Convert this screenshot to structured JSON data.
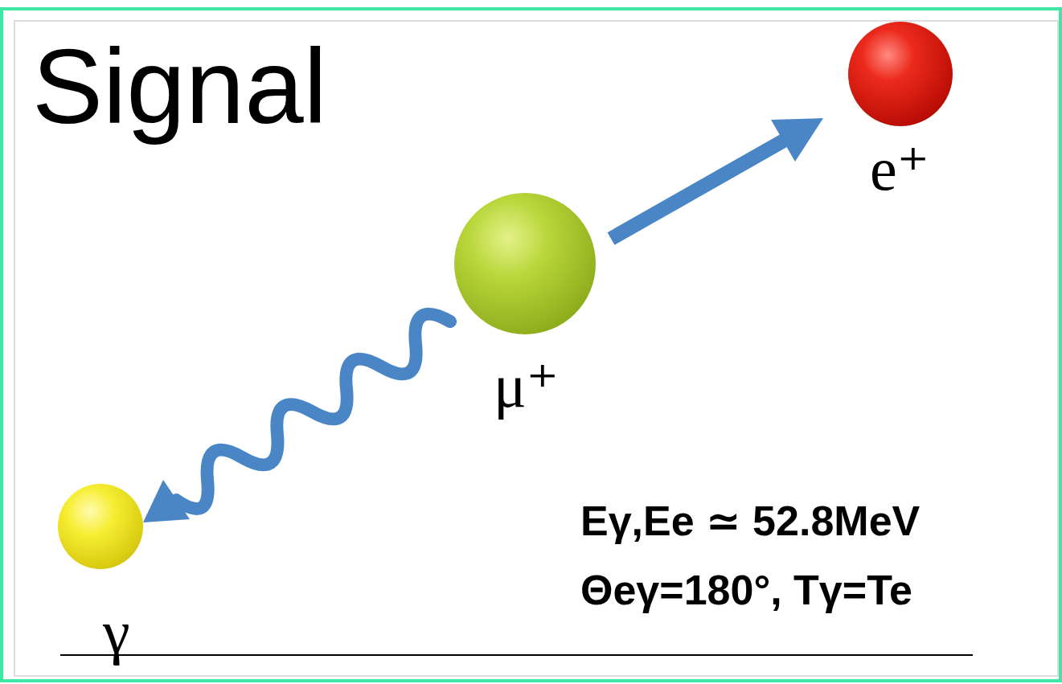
{
  "diagram": {
    "title": "Signal",
    "labels": [
      "e⁺",
      "μ⁺",
      "γ",
      "Eγ,Ee ≃ 52.8MeV",
      "Θeγ=180°, Tγ=Te"
    ]
  }
}
